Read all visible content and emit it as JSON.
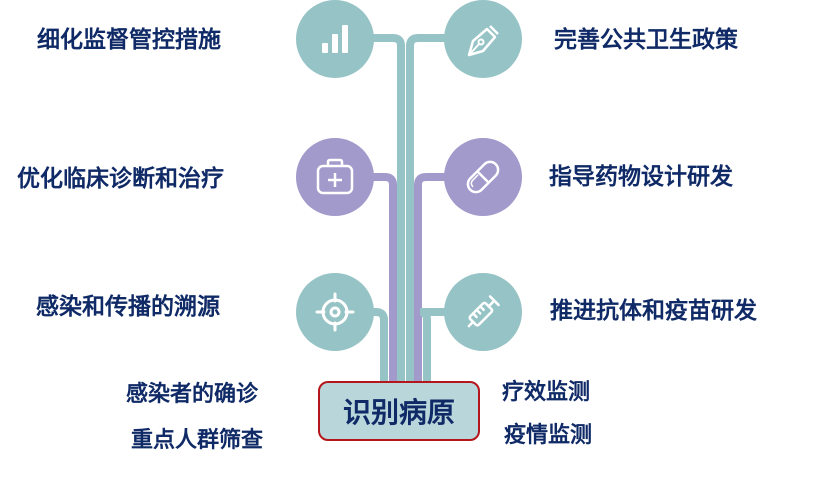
{
  "diagram": {
    "center": {
      "label": "识别病原"
    },
    "colors": {
      "teal": "#96c3c5",
      "purple": "#a19acb",
      "text": "#0f2a66",
      "box_border": "#b5161b",
      "box_fill": "#b9d7db"
    },
    "branches": {
      "left": [
        {
          "label": "细化监督管控措施",
          "icon": "bar-chart-icon",
          "color": "teal"
        },
        {
          "label": "优化临床诊断和治疗",
          "icon": "medical-kit-icon",
          "color": "purple"
        },
        {
          "label": "感染和传播的溯源",
          "icon": "target-icon",
          "color": "teal"
        }
      ],
      "right": [
        {
          "label": "完善公共卫生政策",
          "icon": "pen-nib-icon",
          "color": "teal"
        },
        {
          "label": "指导药物设计研发",
          "icon": "pill-capsule-icon",
          "color": "purple"
        },
        {
          "label": "推进抗体和疫苗研发",
          "icon": "syringe-icon",
          "color": "teal"
        }
      ]
    },
    "bottom_left": [
      "感染者的确诊",
      "重点人群筛查"
    ],
    "bottom_right": [
      "疗效监测",
      "疫情监测"
    ]
  }
}
